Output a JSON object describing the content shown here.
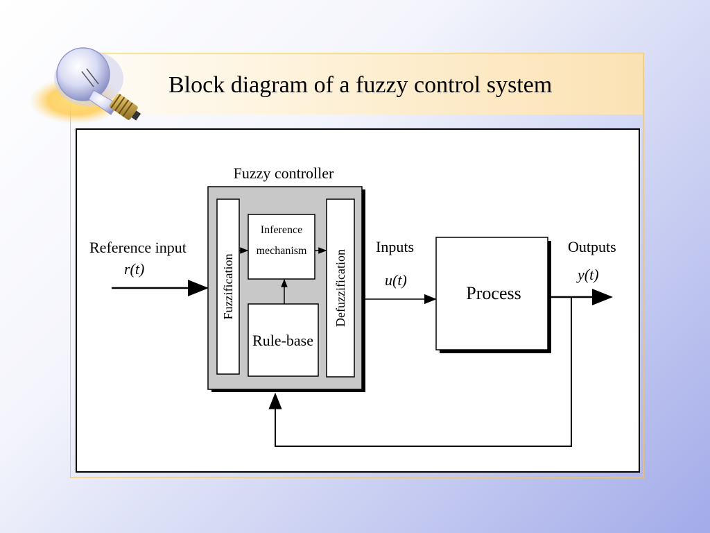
{
  "slide": {
    "title": "Block diagram of a fuzzy control system"
  },
  "diagram": {
    "controller_label": "Fuzzy controller",
    "reference_input_label": "Reference input",
    "reference_input_signal": "r(t)",
    "inputs_label": "Inputs",
    "inputs_signal": "u(t)",
    "outputs_label": "Outputs",
    "outputs_signal": "y(t)",
    "blocks": {
      "fuzzification": "Fuzzification",
      "inference_line1": "Inference",
      "inference_line2": "mechanism",
      "rule_base": "Rule-base",
      "defuzzification": "Defuzzification",
      "process": "Process"
    }
  },
  "colors": {
    "controller_fill": "#c8c8c8",
    "title_band": "#fbe2b4",
    "frame_border": "#e8c77a"
  }
}
